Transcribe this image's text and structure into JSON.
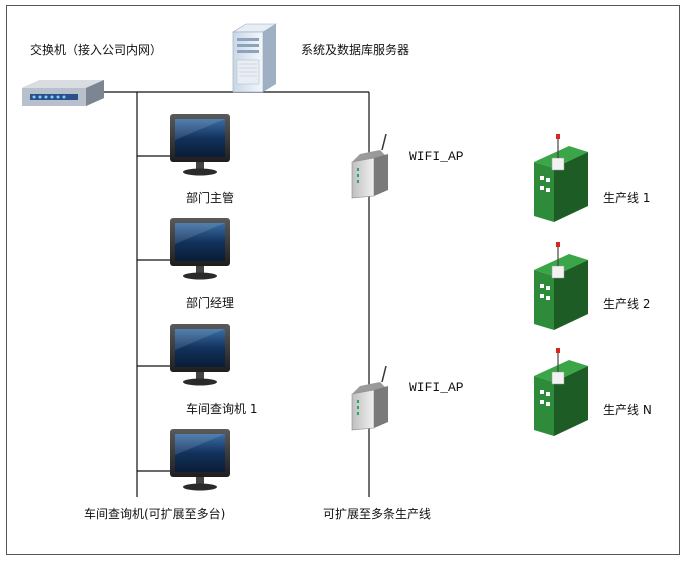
{
  "diagram": {
    "switch_label": "交换机（接入公司内网）",
    "server_label": "系统及数据库服务器",
    "ap_labels": [
      "WIFI_AP",
      "WIFI_AP"
    ],
    "pc_labels": [
      "部门主管",
      "部门经理",
      "车间查询机 1",
      "车间查询机(可扩展至多台)"
    ],
    "line_labels": [
      "生产线 1",
      "生产线 2",
      "生产线 N"
    ],
    "wifi_expand_label": "可扩展至多条生产线"
  },
  "colors": {
    "line": "#111111",
    "factory_green": "#2e8b3a",
    "factory_dark": "#1d5c24",
    "monitor_screen": "#1b3d6e",
    "frame": "#555555"
  }
}
